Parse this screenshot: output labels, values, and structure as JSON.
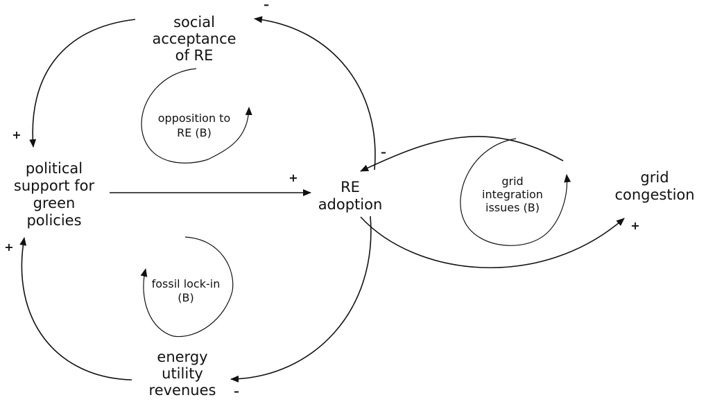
{
  "diagram": {
    "type": "causal-loop-diagram",
    "variables": {
      "social_acceptance": [
        "social",
        "acceptance",
        "of RE"
      ],
      "political_support": [
        "political",
        "support for",
        "green",
        "policies"
      ],
      "re_adoption": [
        "RE",
        "adoption"
      ],
      "grid_congestion": [
        "grid",
        "congestion"
      ],
      "energy_utility_revenues": [
        "energy",
        "utility",
        "revenues"
      ]
    },
    "links": [
      {
        "from": "social acceptance of RE",
        "to": "political support for green policies",
        "polarity": "+"
      },
      {
        "from": "political support for green policies",
        "to": "RE adoption",
        "polarity": "+"
      },
      {
        "from": "RE adoption",
        "to": "social acceptance of RE",
        "polarity": "−"
      },
      {
        "from": "RE adoption",
        "to": "grid congestion",
        "polarity": "+"
      },
      {
        "from": "grid congestion",
        "to": "RE adoption",
        "polarity": "−"
      },
      {
        "from": "RE adoption",
        "to": "energy utility revenues",
        "polarity": "−"
      },
      {
        "from": "energy utility revenues",
        "to": "political support for green policies",
        "polarity": "+"
      }
    ],
    "loops": {
      "opposition": [
        "opposition to",
        "RE (B)"
      ],
      "grid_integration": [
        "grid",
        "integration",
        "issues (B)"
      ],
      "fossil_lockin": [
        "fossil lock-in",
        "(B)"
      ]
    },
    "polarity_labels": {
      "plus": "+",
      "minus": "–"
    }
  }
}
